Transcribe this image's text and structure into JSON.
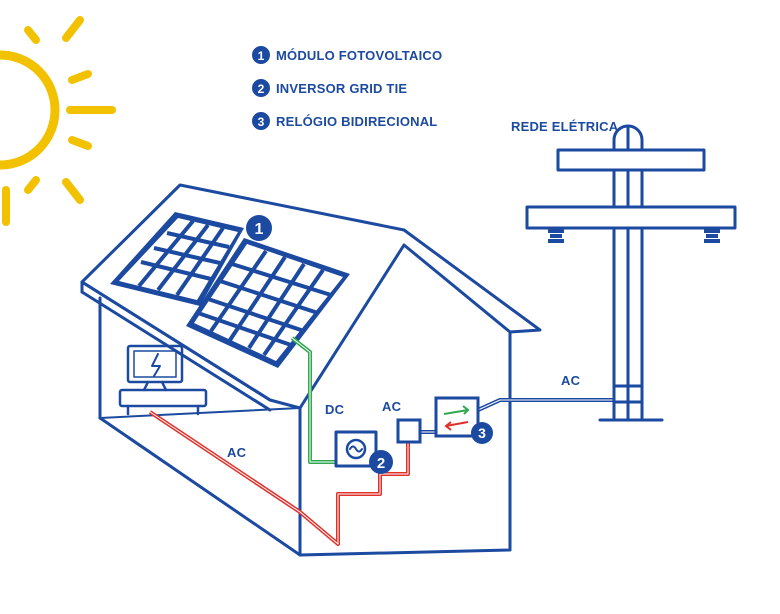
{
  "legend": {
    "items": [
      {
        "number": "1",
        "label": "MÓDULO FOTOVOLTAICO"
      },
      {
        "number": "2",
        "label": "INVERSOR GRID TIE"
      },
      {
        "number": "3",
        "label": "RELÓGIO BIDIRECIONAL"
      }
    ]
  },
  "grid_label": "REDE ELÉTRICA",
  "wire_labels": {
    "dc": "DC",
    "ac_inverter": "AC",
    "ac_house": "AC",
    "ac_grid": "AC"
  },
  "markers": {
    "panel": "1",
    "inverter": "2",
    "meter": "3"
  },
  "colors": {
    "outline": "#1c4aa0",
    "sun": "#f2c200",
    "dc_wire": "#2fa84f",
    "ac_wire": "#e0302a"
  }
}
